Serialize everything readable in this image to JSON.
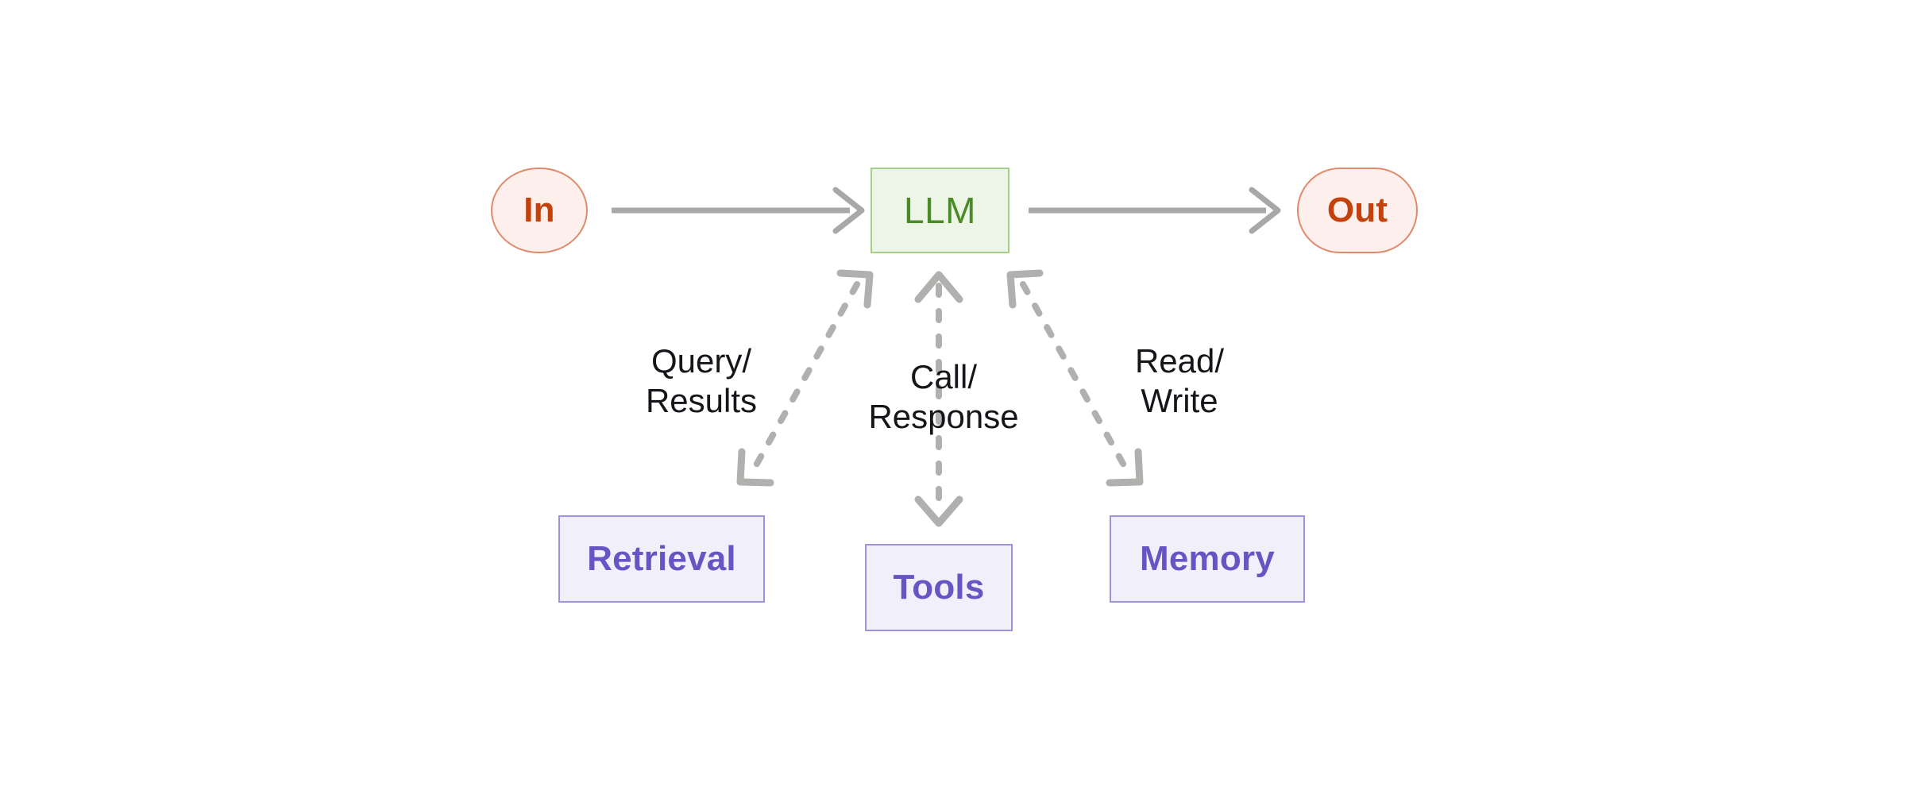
{
  "diagram": {
    "title": "LLM agent architecture",
    "background_color": "#ffffff",
    "nodes": {
      "input": {
        "label": "In",
        "fill": "#fdf0ec",
        "stroke": "#e08a6d",
        "text_color": "#c2410c",
        "shape": "ellipse"
      },
      "llm": {
        "label": "LLM",
        "fill": "#edf5e6",
        "stroke": "#a6cf8c",
        "text_color": "#4a8a27",
        "shape": "rect"
      },
      "output": {
        "label": "Out",
        "fill": "#fdf0ec",
        "stroke": "#e08a6d",
        "text_color": "#c2410c",
        "shape": "stadium"
      },
      "retrieval": {
        "label": "Retrieval",
        "fill": "#f1f0fa",
        "stroke": "#9d92dd",
        "text_color": "#6556c4",
        "shape": "rect"
      },
      "tools": {
        "label": "Tools",
        "fill": "#f1f0fa",
        "stroke": "#9d92dd",
        "text_color": "#6556c4",
        "shape": "rect"
      },
      "memory": {
        "label": "Memory",
        "fill": "#f1f0fa",
        "stroke": "#9d92dd",
        "text_color": "#6556c4",
        "shape": "rect"
      }
    },
    "edges": {
      "in_to_llm": {
        "label": "",
        "style": "solid",
        "arrows": "forward",
        "color": "#a8a8a8"
      },
      "llm_to_out": {
        "label": "",
        "style": "solid",
        "arrows": "forward",
        "color": "#a8a8a8"
      },
      "llm_retrieval": {
        "label": "Query/\nResults",
        "style": "dashed",
        "arrows": "bidirectional",
        "color": "#b0b0ae"
      },
      "llm_tools": {
        "label": "Call/\nResponse",
        "style": "dashed",
        "arrows": "bidirectional",
        "color": "#b0b0ae"
      },
      "llm_memory": {
        "label": "Read/\nWrite",
        "style": "dashed",
        "arrows": "bidirectional",
        "color": "#b0b0ae"
      }
    },
    "label_color": "#15161a"
  }
}
